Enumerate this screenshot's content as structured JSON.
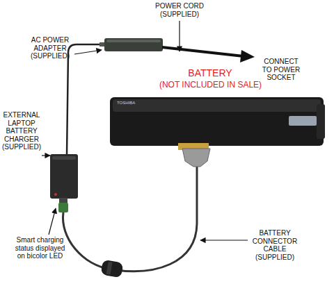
{
  "diagram": {
    "labels": [
      "POWER CORD (SUPPLIED)",
      "AC POWER ADAPTER (SUPPLIED)",
      "CONNECT TO POWER SOCKET",
      "BATTERY",
      "(NOT INCLUDED IN SALE)",
      "TOSHIBA",
      "EXTERNAL LAPTOP BATTERY CHARGER (SUPPLIED)",
      "Smart charging status displayed on bicolor LED",
      "BATTERY CONNECTOR CABLE (SUPPLIED)"
    ]
  }
}
